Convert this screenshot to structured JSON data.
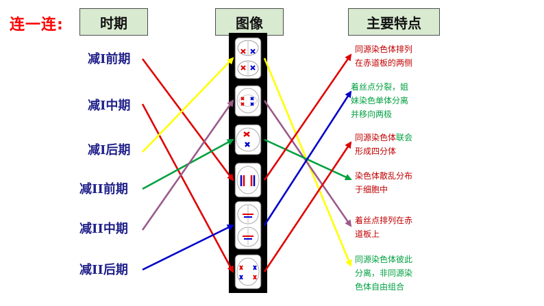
{
  "header": {
    "title": "连一连:",
    "col_period": "时期",
    "col_image": "图像",
    "col_feature": "主要特点"
  },
  "phases": [
    {
      "id": "p1",
      "label": "减Ⅰ前期"
    },
    {
      "id": "p2",
      "label": "减Ⅰ中期"
    },
    {
      "id": "p3",
      "label": "减Ⅰ后期"
    },
    {
      "id": "p4",
      "label": "减II前期"
    },
    {
      "id": "p5",
      "label": "减II中期"
    },
    {
      "id": "p6",
      "label": "减II后期"
    }
  ],
  "features": [
    {
      "id": "f1",
      "lines": [
        "同源染色体排列",
        "在赤道板的两侧"
      ],
      "color": "#c00000"
    },
    {
      "id": "f2",
      "lines": [
        "着丝点分裂，姐",
        "妹染色单体分离",
        "并移向两极"
      ],
      "color": "#00a040"
    },
    {
      "id": "f3",
      "lines": [
        "同源染色体联会",
        "形成四分体"
      ],
      "color": "#c00000",
      "highlight": {
        "line": 0,
        "text": "联会",
        "color": "#00a040"
      }
    },
    {
      "id": "f4",
      "lines": [
        "染色体散乱分布",
        "于细胞中"
      ],
      "color": "#c00000"
    },
    {
      "id": "f5",
      "lines": [
        "着丝点排列在赤",
        "道板上"
      ],
      "color": "#c00000"
    },
    {
      "id": "f6",
      "lines": [
        "同源染色体彼此",
        "分离，非同源染",
        "色体自由组合"
      ],
      "color": "#00a040"
    }
  ],
  "images": [
    {
      "id": "i1",
      "name": "cell-image-1"
    },
    {
      "id": "i2",
      "name": "cell-image-2"
    },
    {
      "id": "i3",
      "name": "cell-image-3"
    },
    {
      "id": "i4",
      "name": "cell-image-4"
    },
    {
      "id": "i5",
      "name": "cell-image-5"
    },
    {
      "id": "i6",
      "name": "cell-image-6"
    }
  ],
  "connections": [
    {
      "from": "p1",
      "to": "i4",
      "color": "#e00000"
    },
    {
      "from": "p2",
      "to": "i6",
      "color": "#e00000"
    },
    {
      "from": "p3",
      "to": "i1",
      "color": "#ffff00"
    },
    {
      "from": "p4",
      "to": "i3",
      "color": "#00a040"
    },
    {
      "from": "p5",
      "to": "i2",
      "color": "#9b5a8a"
    },
    {
      "from": "p6",
      "to": "i5",
      "color": "#0000cc"
    },
    {
      "from": "i1",
      "to": "f6",
      "color": "#ffff00"
    },
    {
      "from": "i2",
      "to": "f5",
      "color": "#9b5a8a"
    },
    {
      "from": "i3",
      "to": "f4",
      "color": "#00a040"
    },
    {
      "from": "i4",
      "to": "f1",
      "color": "#e00000"
    },
    {
      "from": "i5",
      "to": "f2",
      "color": "#0000cc"
    },
    {
      "from": "i6",
      "to": "f3",
      "color": "#e00000"
    }
  ],
  "colors": {
    "header_bg": "#d8ead0",
    "phase_text": "#20208a",
    "title": "#ff0000",
    "chrom_red": "#e00000",
    "chrom_blue": "#0000cc"
  }
}
